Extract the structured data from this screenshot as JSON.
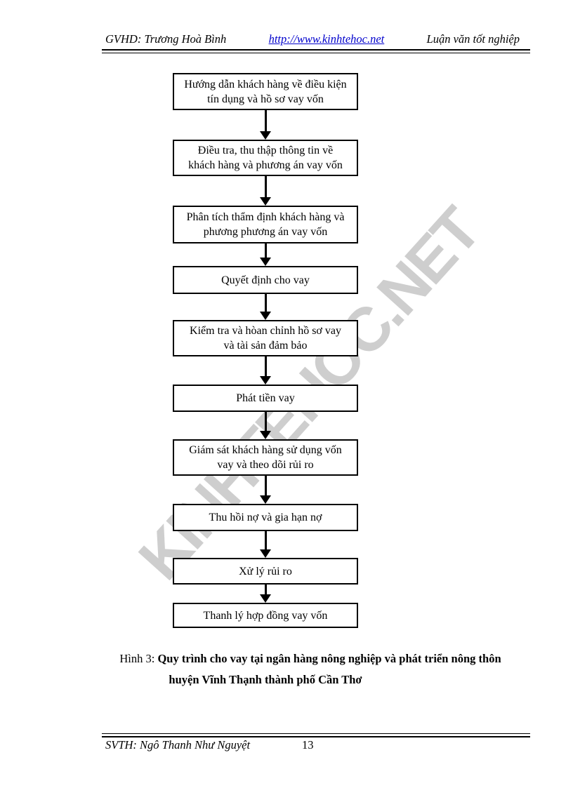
{
  "header": {
    "left": "GVHD: Trương Hoà  Bình",
    "link": "http://www.kinhtehoc.net",
    "right": "Luận văn tốt nghiệp"
  },
  "watermark": {
    "text": "KINHTEHOC.NET",
    "color": "#c3c3c3"
  },
  "flowchart": {
    "steps": [
      "Hướng dẫn khách hàng về điều kiện\ntín dụng và hồ sơ vay vốn",
      "Điều tra, thu thập thông tin về\nkhách hàng và phương án vay vốn",
      "Phân tích thẩm định khách hàng và\nphương phương án vay vốn",
      "Quyết định cho vay",
      "Kiểm tra và hòan chỉnh hồ sơ vay\nvà tài sản đảm bảo",
      "Phát tiền vay",
      "Giám sát khách hàng sử dụng vốn\nvay và theo dõi rủi ro",
      "Thu hồi nợ và gia hạn nợ",
      "Xử lý rủi ro",
      "Thanh lý hợp đồng vay vốn"
    ]
  },
  "caption": {
    "prefix": "Hình 3: ",
    "title_line1": "Quy trình cho vay tại ngân hàng nông nghiệp và phát triển nông thôn",
    "title_line2": "huyện Vĩnh Thạnh thành phố Cần Thơ"
  },
  "footer": {
    "left": "SVTH: Ngô Thanh Như Nguyệt",
    "page_number": "13"
  }
}
